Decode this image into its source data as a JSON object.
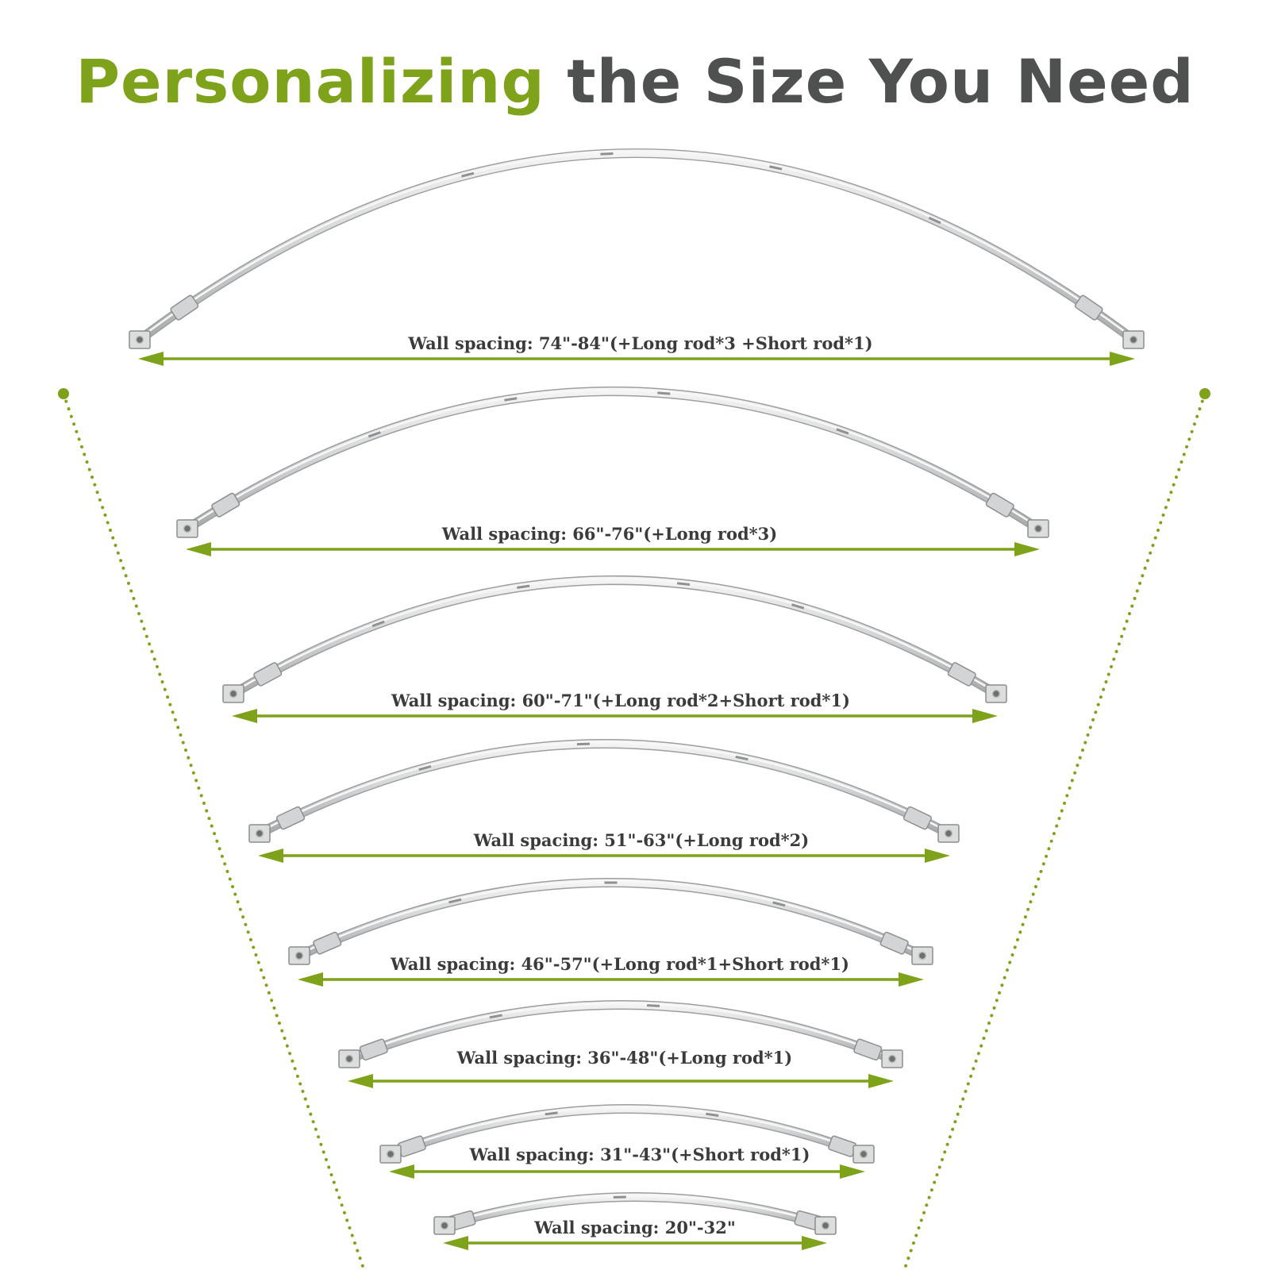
{
  "title": {
    "highlight": "Personalizing",
    "rest": "the Size You Need"
  },
  "colors": {
    "accent": "#7ea21a",
    "text": "#4f5050",
    "rod": "#c9cacb"
  },
  "configurations": [
    {
      "label": "Wall spacing: 74\"-84\"(+Long rod*3 +Short rod*1)"
    },
    {
      "label": "Wall spacing: 66\"-76\"(+Long rod*3)"
    },
    {
      "label": "Wall spacing: 60\"-71\"(+Long rod*2+Short rod*1)"
    },
    {
      "label": "Wall spacing: 51\"-63\"(+Long rod*2)"
    },
    {
      "label": "Wall spacing: 46\"-57\"(+Long rod*1+Short rod*1)"
    },
    {
      "label": "Wall spacing: 36\"-48\"(+Long rod*1)"
    },
    {
      "label": "Wall spacing: 31\"-43\"(+Short rod*1)"
    },
    {
      "label": "Wall spacing: 20\"-32\""
    }
  ]
}
